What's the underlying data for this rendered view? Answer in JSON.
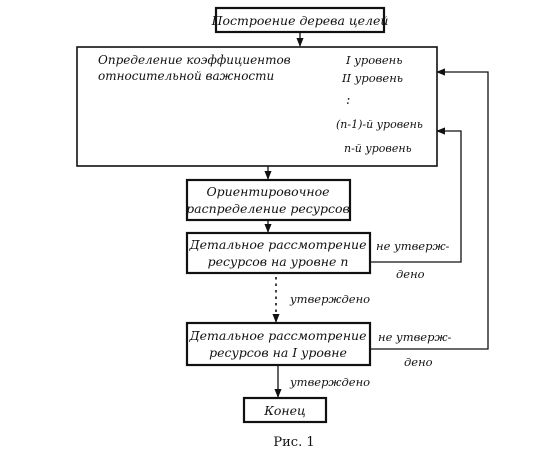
{
  "diagram": {
    "boxes": {
      "goal_tree": "Построение дерева целей",
      "weights_line1": "Определение коэффициентов",
      "weights_line2": "относительной важности",
      "allocation_line1": "Ориентировочное",
      "allocation_line2": "распределение ресурсов",
      "detail_n_line1": "Детальное рассмотрение",
      "detail_n_line2": "ресурсов на уровне n",
      "detail_1_line1": "Детальное рассмотрение",
      "detail_1_line2": "ресурсов на I уровне",
      "end": "Конец"
    },
    "levels": [
      "I уровень",
      "II уровень",
      ":",
      "(n-1)-й уровень",
      "n-й уровень"
    ],
    "edge_labels": {
      "not_approved_n_line1": "не утверж-",
      "not_approved_n_line2": "дено",
      "approved_mid": "утверждено",
      "not_approved_1_line1": "не утверж-",
      "not_approved_1_line2": "дено",
      "approved_end": "утверждено"
    },
    "caption": "Рис. 1"
  }
}
